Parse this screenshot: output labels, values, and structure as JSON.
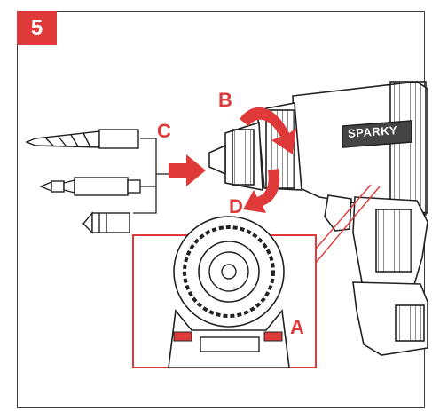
{
  "step": {
    "number": "5"
  },
  "callouts": {
    "a": "A",
    "b": "B",
    "c": "C",
    "d": "D"
  },
  "brand": {
    "logo_text": "SPARKY"
  },
  "colors": {
    "accent": "#e0393a",
    "line": "#222222",
    "frame": "#3a3a3a"
  }
}
